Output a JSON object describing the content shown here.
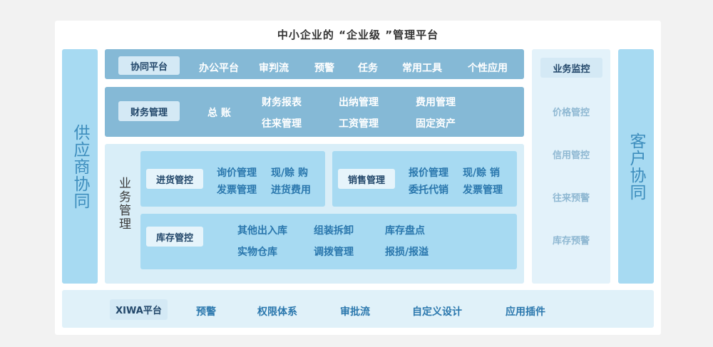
{
  "title": "中小企业的 “企业级 ”管理平台",
  "left_column": "供应商协同",
  "right_column": "客户协同",
  "collab_row": {
    "tag": "协同平台",
    "items": [
      "办公平台",
      "审判流",
      "预警",
      "任务",
      "常用工具",
      "个性应用"
    ]
  },
  "finance_row": {
    "tag": "财务管理",
    "main": "总 账",
    "items": [
      "财务报表",
      "出纳管理",
      "费用管理",
      "往来管理",
      "工资管理",
      "固定资产"
    ]
  },
  "business": {
    "label": "业务管理",
    "purchase": {
      "tag": "进货管控",
      "items": [
        "询价管理",
        "现/赊 购",
        "发票管理",
        "进货费用"
      ]
    },
    "sales": {
      "tag": "销售管理",
      "items": [
        "报价管理",
        "现/赊 销",
        "委托代销",
        "发票管理"
      ]
    },
    "inventory": {
      "tag": "库存管控",
      "items": [
        "其他出入库",
        "组装拆卸",
        "库存盘点",
        "实物仓库",
        "调拨管理",
        "报损/报溢"
      ]
    }
  },
  "monitor": {
    "tag": "业务监控",
    "items": [
      "价格管控",
      "信用管控",
      "往来预警",
      "库存预警"
    ]
  },
  "bottom": {
    "tag": "XIWA平台",
    "items": [
      "预警",
      "权限体系",
      "审批流",
      "自定义设计",
      "应用插件"
    ]
  },
  "colors": {
    "dark_row": "#85b9d6",
    "side_column": "#a7daf2",
    "accent_text": "#2a77ad"
  }
}
